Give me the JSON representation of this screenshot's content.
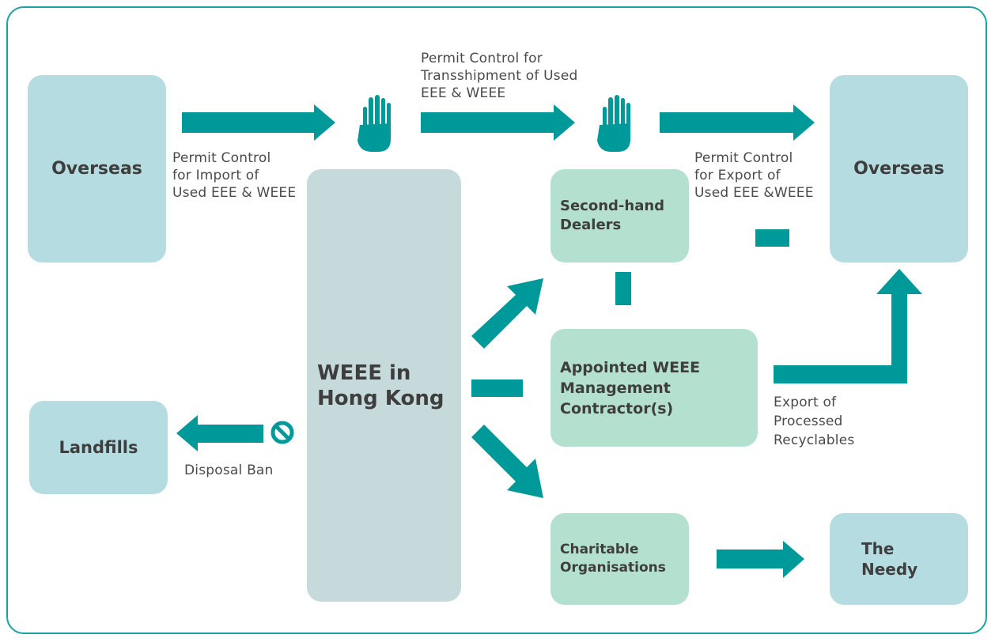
{
  "nodes": {
    "overseas_left": "Overseas",
    "overseas_right": "Overseas",
    "weee_hk": "WEEE in\nHong Kong",
    "landfills": "Landfills",
    "second_hand": "Second-hand\nDealers",
    "contractor": "Appointed WEEE\nManagement\nContractor(s)",
    "charitable": "Charitable\nOrganisations",
    "needy": "The\nNeedy"
  },
  "labels": {
    "import": "Permit Control\nfor Import of\nUsed EEE & WEEE",
    "transshipment": "Permit Control for\nTransshipment of Used\nEEE & WEEE",
    "export": "Permit Control\nfor Export of\nUsed EEE &WEEE",
    "disposal_ban": "Disposal Ban",
    "export_processed": "Export of\nProcessed\nRecyclables"
  },
  "icons": [
    "stop-hand-icon",
    "stop-hand-icon",
    "no-entry-icon"
  ],
  "colors": {
    "arrow": "#00999a",
    "border": "#1aa3a0",
    "blue_box": "#b5dde1",
    "green_box": "#b3e0cf",
    "grey_box": "#c6dadb"
  }
}
